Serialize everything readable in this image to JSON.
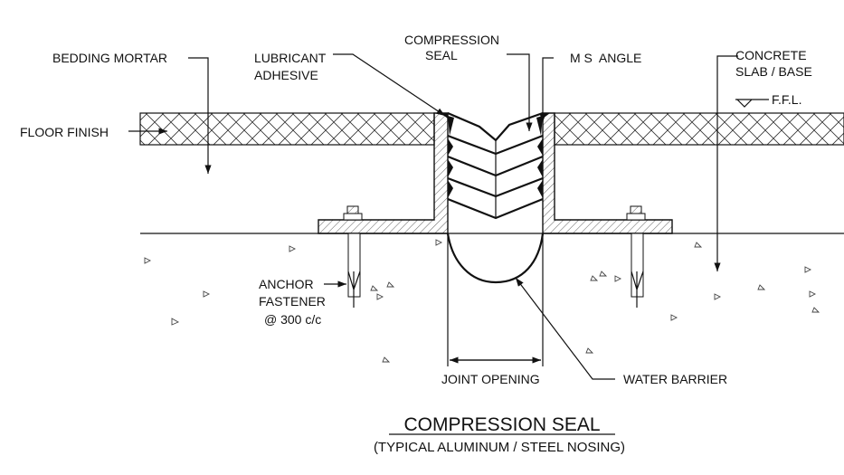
{
  "labels": {
    "bedding_mortar": "BEDDING MORTAR",
    "lubricant_adhesive_1": "LUBRICANT",
    "lubricant_adhesive_2": "ADHESIVE",
    "compression_seal_1": "COMPRESSION",
    "compression_seal_2": "SEAL",
    "ms_angle": "M S  ANGLE",
    "concrete_1": "CONCRETE",
    "concrete_2": "SLAB / BASE",
    "ffl": "F.F.L.",
    "floor_finish": "FLOOR FINISH",
    "anchor_1": "ANCHOR",
    "anchor_2": "FASTENER",
    "anchor_3": "@ 300 c/c",
    "joint_opening": "JOINT OPENING",
    "water_barrier": "WATER BARRIER"
  },
  "title": "COMPRESSION SEAL",
  "subtitle": "(TYPICAL ALUMINUM / STEEL NOSING)"
}
